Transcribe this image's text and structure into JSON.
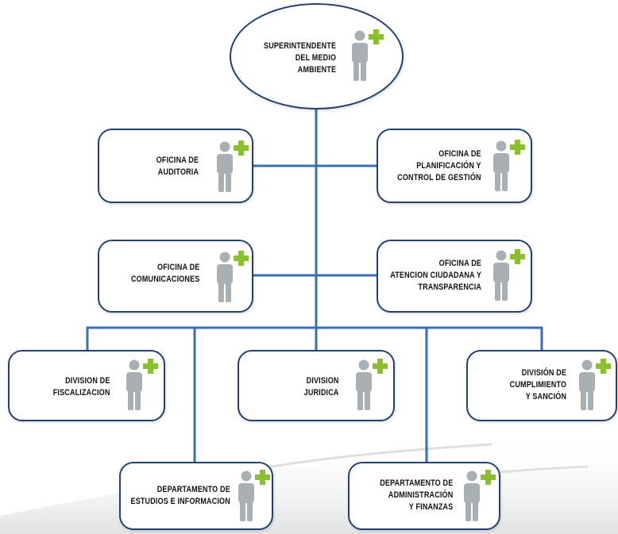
{
  "colors": {
    "border": "#24416f",
    "connector": "#3a6fb6",
    "person": "#a9b0b4",
    "plus": "#8cbf2f"
  },
  "icon": "person-add-icon",
  "nodes": {
    "superintendent": {
      "line1": "SUPERINTENDENTE",
      "line2": "DEL MEDIO",
      "line3": "AMBIENTE"
    },
    "auditoria": {
      "line1": "OFICINA  DE",
      "line2": "AUDITORIA"
    },
    "planificacion": {
      "line1": "OFICINA  DE",
      "line2": "PLANIFICACIÓN  Y",
      "line3": "CONTROL  DE  GESTIÓN"
    },
    "comunicaciones": {
      "line1": "OFICINA  DE",
      "line2": "COMUNICACIONES"
    },
    "atencion": {
      "line1": "OFICINA  DE",
      "line2": "ATENCION  CIUDADANA  Y",
      "line3": "TRANSPARENCIA"
    },
    "fiscalizacion": {
      "line1": "DIVISION  DE",
      "line2": "FISCALIZACION"
    },
    "juridica": {
      "line1": "DIVISION",
      "line2": "JURIDICA"
    },
    "cumplimiento": {
      "line1": "DIVISIÓN  DE",
      "line2": "CUMPLIMIENTO",
      "line3": "Y SANCIÓN"
    },
    "estudios": {
      "line1": "DEPARTAMENTO  DE",
      "line2": "ESTUDIOS  E INFORMACION"
    },
    "administracion": {
      "line1": "DEPARTAMENTO  DE",
      "line2": "ADMINISTRACIÓN",
      "line3": "Y FINANZAS"
    }
  }
}
